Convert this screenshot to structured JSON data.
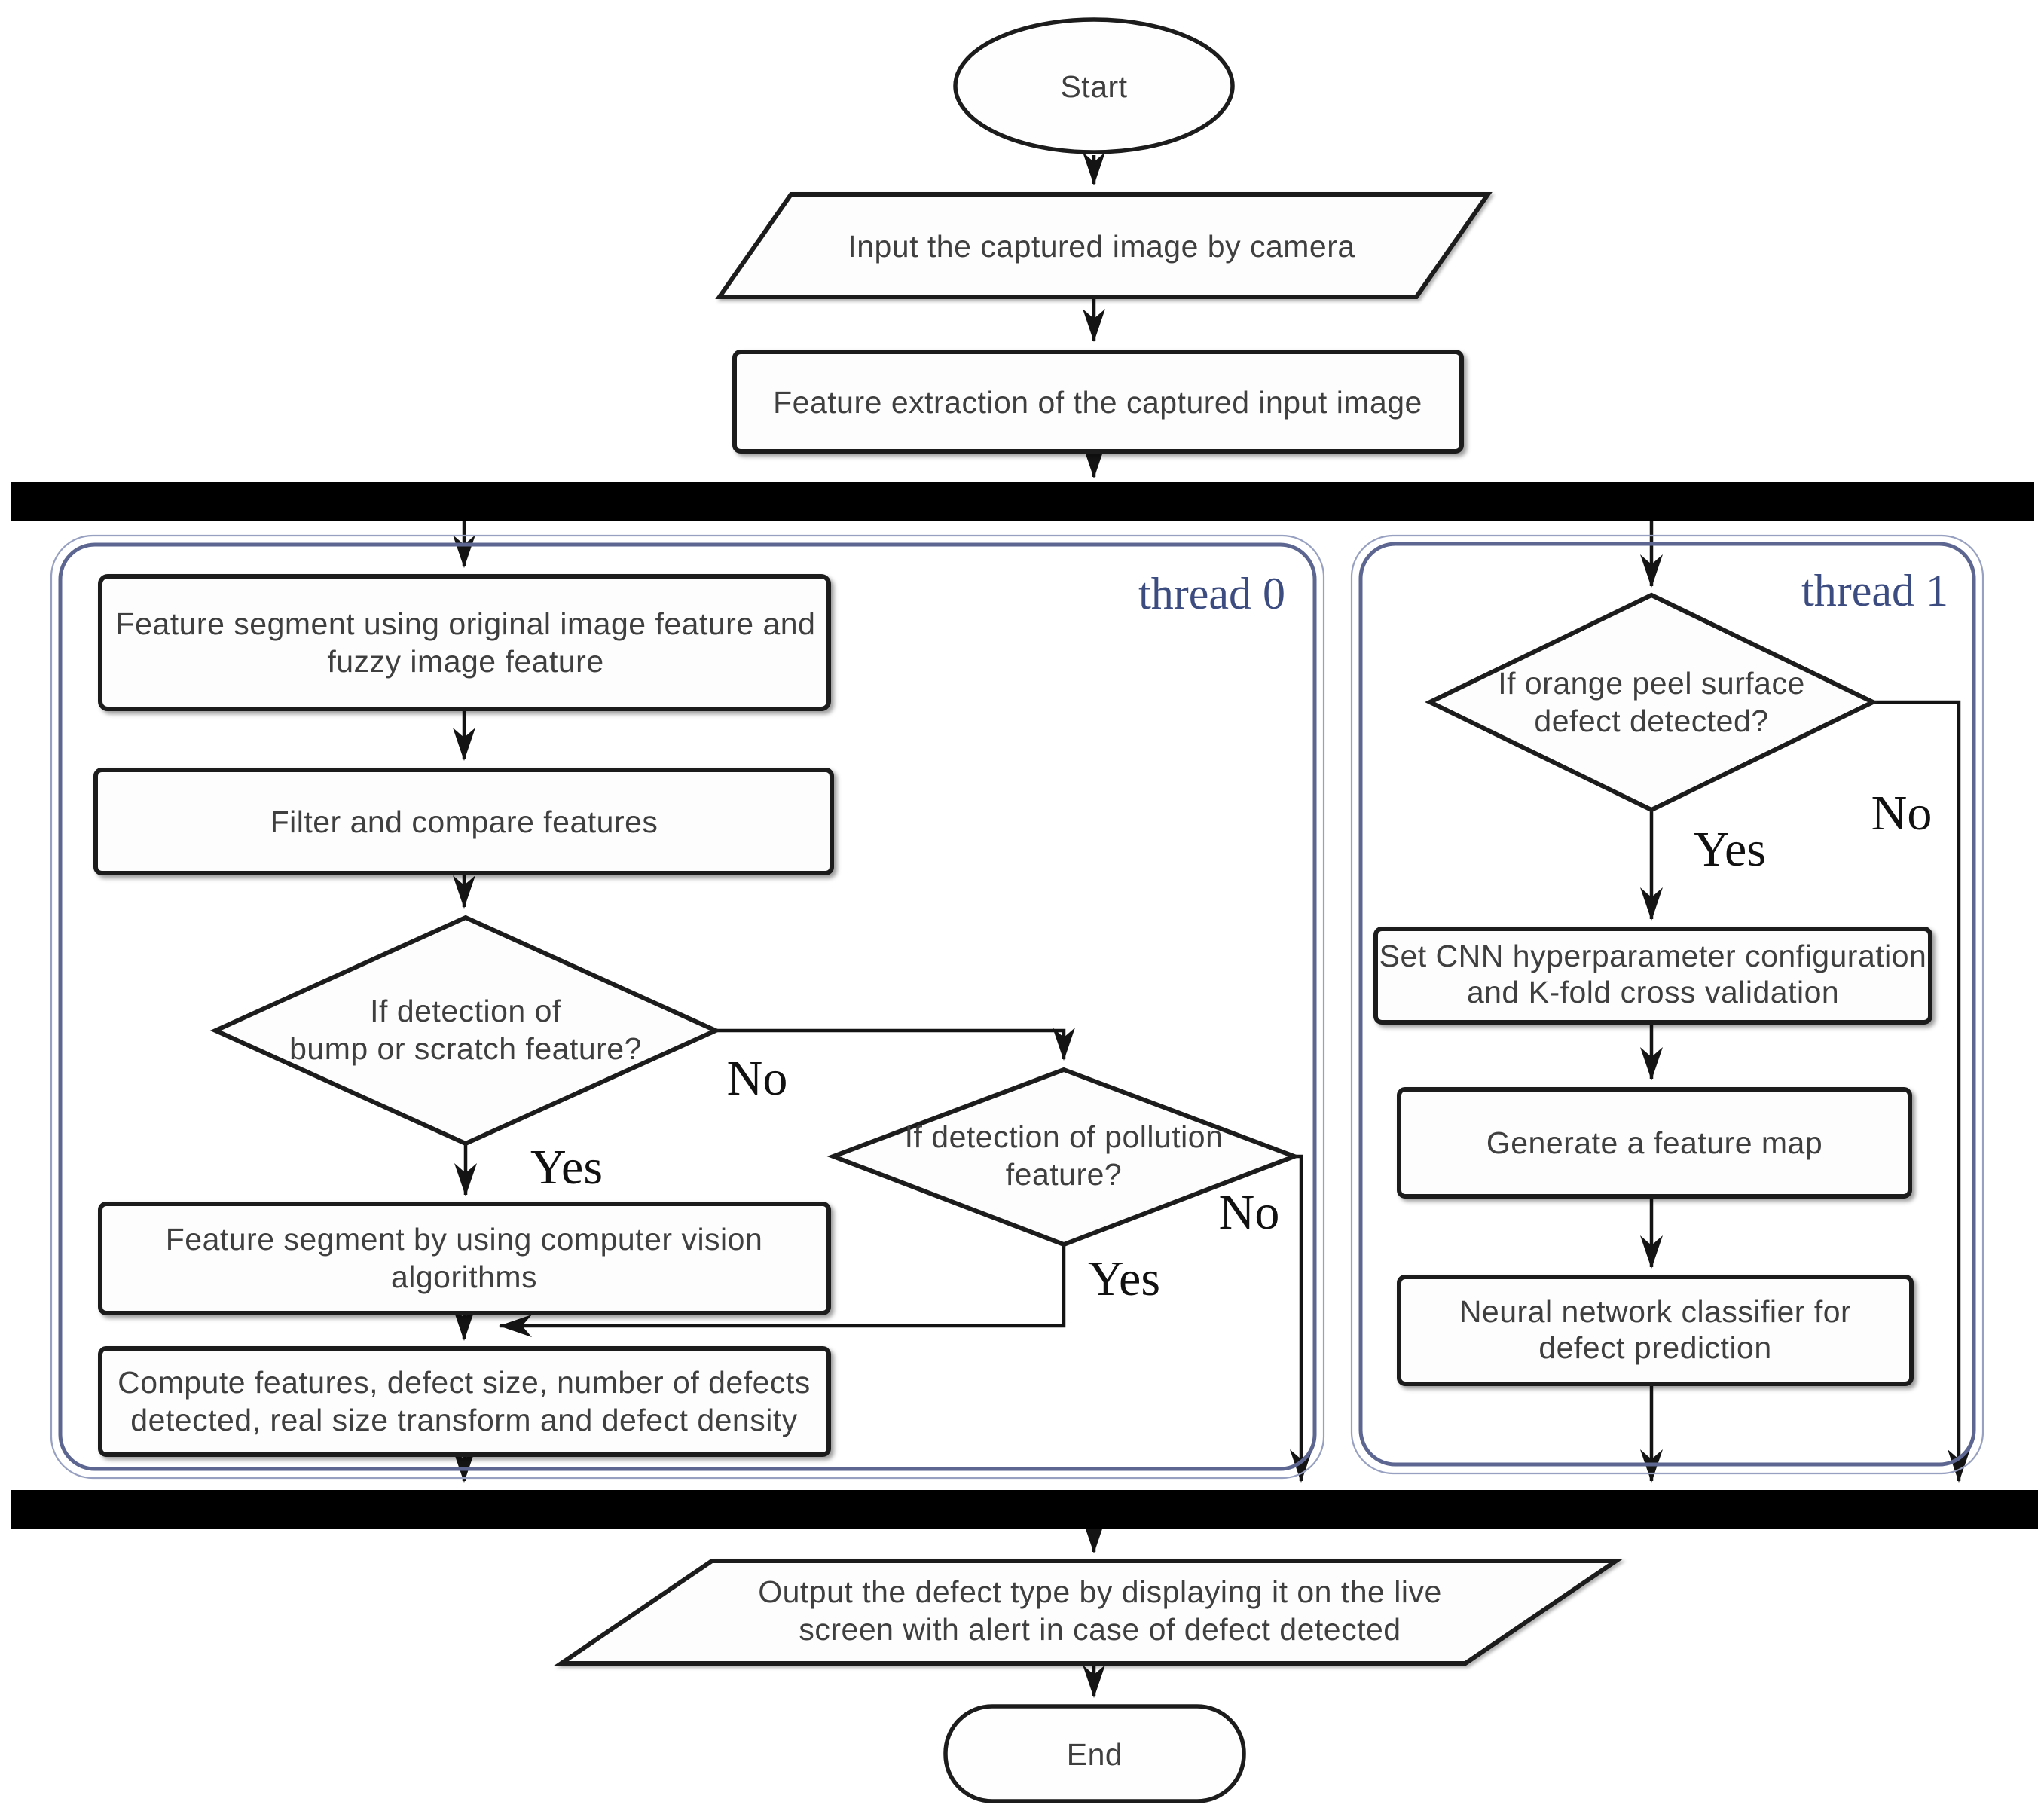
{
  "diagram": {
    "type": "flowchart",
    "colors": {
      "background": "#ffffff",
      "shape_stroke": "#1c1c1c",
      "node_text": "#3f3f3f",
      "thread_container_border": "#5c6690",
      "thread_label": "#3d4c80",
      "sync_bar": "#000000"
    },
    "threads": {
      "thread0": {
        "label": "thread 0"
      },
      "thread1": {
        "label": "thread 1"
      }
    },
    "branch_labels": {
      "yes": "Yes",
      "no": "No"
    },
    "nodes": {
      "start": {
        "label": "Start"
      },
      "input_image": {
        "lines": [
          "Input the captured image by camera"
        ]
      },
      "feature_extraction": {
        "lines": [
          "Feature extraction of the captured input image"
        ]
      },
      "feature_segment_fuzzy": {
        "lines": [
          "Feature segment using original image feature and",
          "fuzzy image feature"
        ]
      },
      "filter_compare": {
        "lines": [
          "Filter and compare features"
        ]
      },
      "bump_scratch_decision": {
        "lines": [
          "If detection of",
          "bump or scratch feature?"
        ]
      },
      "pollution_decision": {
        "lines": [
          "If detection of pollution",
          "feature?"
        ]
      },
      "cv_segment": {
        "lines": [
          "Feature segment by using computer vision",
          "algorithms"
        ]
      },
      "compute_features": {
        "lines": [
          "Compute features, defect size, number of defects",
          "detected, real size transform and defect density"
        ]
      },
      "orange_peel_decision": {
        "lines": [
          "If orange peel surface",
          "defect detected?"
        ]
      },
      "cnn_config": {
        "lines": [
          "Set CNN hyperparameter configuration",
          "and K-fold cross validation"
        ]
      },
      "feature_map": {
        "lines": [
          "Generate a feature map"
        ]
      },
      "nn_classifier": {
        "lines": [
          "Neural network classifier for",
          "defect prediction"
        ]
      },
      "output_defect": {
        "lines": [
          "Output the defect type by displaying it on the live",
          "screen with alert in case of defect detected"
        ]
      },
      "end": {
        "label": "End"
      }
    }
  }
}
